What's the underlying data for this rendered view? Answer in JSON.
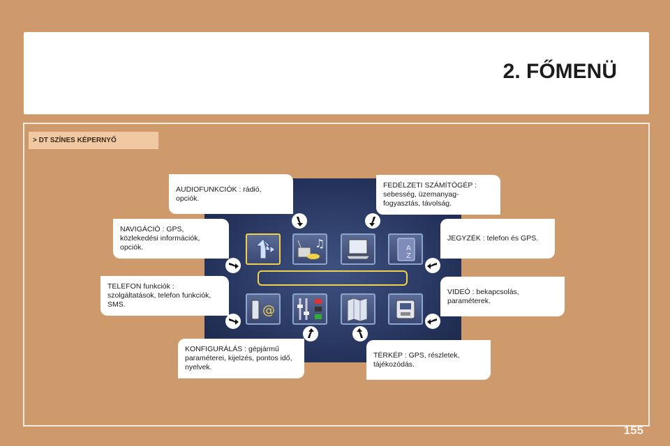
{
  "header": {
    "title": "2. FŐMENÜ"
  },
  "section": {
    "label": "> DT SZÍNES KÉPERNYŐ"
  },
  "callouts": {
    "audio": "AUDIOFUNKCIÓK : rádió, opciók.",
    "computer": "FEDÉLZETI SZÁMÍTÓGÉP : sebesség, üzemanyag-fogyasztás, távolság.",
    "navigation": "NAVIGÁCIÓ : GPS, közlekedési információk, opciók.",
    "directory": "JEGYZÉK : telefon és GPS.",
    "telephone": "TELEFON funkciók : szolgáltatások, telefon funkciók, SMS.",
    "video": "VIDEÓ : bekapcsolás, paraméterek.",
    "configuration": "KONFIGURÁLÁS : gépjármű paraméterei, kijelzés, pontos idő, nyelvek.",
    "map": "TÉRKÉP : GPS, részletek, tájékozódás."
  },
  "icons": [
    "navigation-icon",
    "audio-icon",
    "computer-icon",
    "directory-icon",
    "telephone-icon",
    "configuration-icon",
    "map-icon",
    "video-icon"
  ],
  "page": {
    "number": "155"
  }
}
